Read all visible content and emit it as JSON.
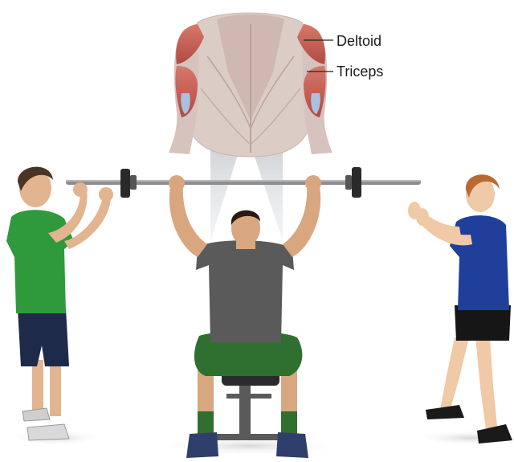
{
  "labels": {
    "deltoid": "Deltoid",
    "triceps": "Triceps"
  },
  "colors": {
    "background": "#ffffff",
    "muscle_highlight": "#c0584f",
    "muscle_base": "#d9c9c4",
    "tendon": "#9fb8d6",
    "green_shirt": "#2e9a3c",
    "gray_shirt": "#5a5a5a",
    "blue_shirt": "#1f3f9a",
    "shorts_green": "#2f6f2f",
    "shorts_navy": "#1d2a4a",
    "shorts_black": "#161616",
    "skin": "#e2b48f",
    "barbell": "#8a8a8a",
    "plate": "#2a2a2a"
  },
  "figures": [
    {
      "name": "spotter-left",
      "description_icon": "person-standing-icon"
    },
    {
      "name": "lifter-seated",
      "description_icon": "person-seated-icon"
    },
    {
      "name": "spotter-right",
      "description_icon": "person-standing-icon"
    }
  ]
}
